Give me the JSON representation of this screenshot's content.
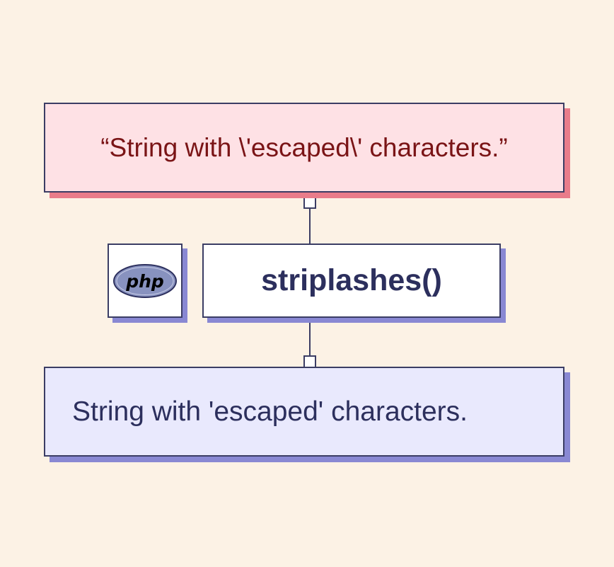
{
  "input": {
    "text": "“String with \\'escaped\\' characters.”"
  },
  "function": {
    "name": "striplashes()"
  },
  "logo": {
    "text": "php",
    "icon": "php-logo-icon",
    "color": "#8892bf"
  },
  "output": {
    "text": "String with 'escaped' characters."
  },
  "colors": {
    "background": "#fcf2e5",
    "input_fill": "#fee1e5",
    "input_shadow": "#e97c8a",
    "input_text": "#7a1416",
    "accent_shadow": "#8988d3",
    "output_fill": "#e9e9fd",
    "ink": "#2c2f5d",
    "border": "#3b3d64"
  }
}
